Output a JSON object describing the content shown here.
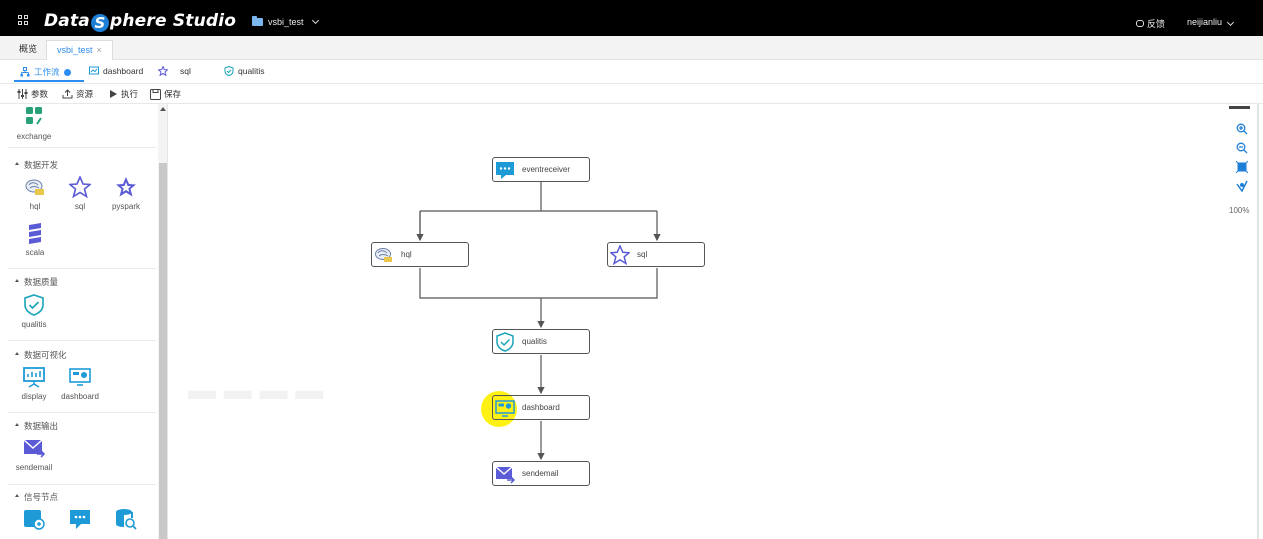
{
  "header": {
    "brand_pre": "Data",
    "brand_s": "S",
    "brand_post": "phere Studio",
    "project": "vsbi_test",
    "feedback": "反馈",
    "user": "neijianliu"
  },
  "tabs": {
    "overview": "概览",
    "active": "vsbi_test",
    "close": "×"
  },
  "node_tabs": {
    "workflow": "工作流",
    "dashboard": "dashboard",
    "sql": "sql",
    "qualitis": "qualitis"
  },
  "toolbar": {
    "params": "参数",
    "resources": "资源",
    "run": "执行",
    "save": "保存"
  },
  "sidebar": {
    "exchange": "exchange",
    "group_dev": "数据开发",
    "hql": "hql",
    "sql": "sql",
    "pyspark": "pyspark",
    "scala": "scala",
    "group_quality": "数据质量",
    "qualitis": "qualitis",
    "group_vis": "数据可视化",
    "display": "display",
    "dashboard": "dashboard",
    "group_output": "数据输出",
    "sendemail": "sendemail",
    "group_signal": "信号节点"
  },
  "workflow": {
    "nodes": {
      "eventreceiver": "eventreceiver",
      "hql": "hql",
      "sql": "sql",
      "qualitis": "qualitis",
      "dashboard": "dashboard",
      "sendemail": "sendemail"
    }
  },
  "zoom": {
    "level": "100%"
  },
  "colors": {
    "accent": "#2d8cf0",
    "topbar": "#000000",
    "icon_blue": "#1e9bd7",
    "icon_purple": "#5b5bd6",
    "icon_teal": "#19a3b8",
    "cursor_highlight": "#fff000"
  }
}
